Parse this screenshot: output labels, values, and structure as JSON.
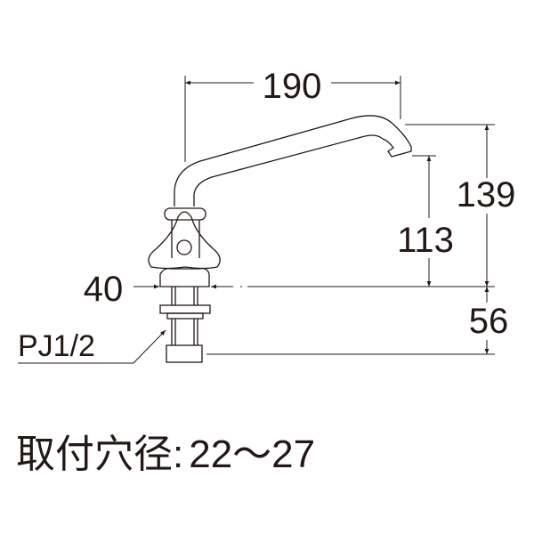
{
  "dimensions": {
    "spout_reach": "190",
    "total_height": "139",
    "spout_height": "113",
    "handle_width": "40",
    "shank_length": "56",
    "thread": "PJ1/2"
  },
  "mounting_hole": {
    "label": "取付穴径",
    "separator": ":",
    "range": "22～27"
  }
}
